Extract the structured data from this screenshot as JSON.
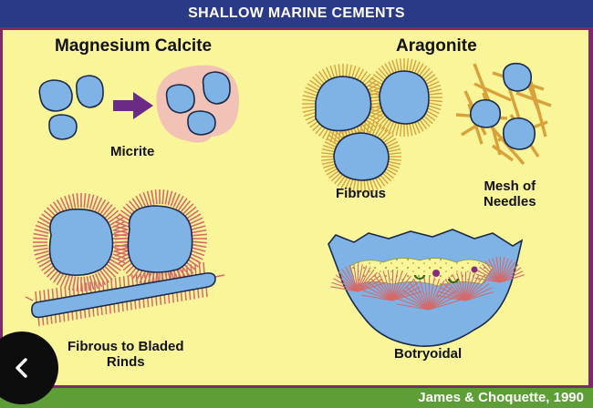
{
  "title": "SHALLOW MARINE CEMENTS",
  "credit": "James & Choquette, 1990",
  "sections": {
    "magnesium_calcite": "Magnesium Calcite",
    "aragonite": "Aragonite"
  },
  "labels": {
    "micrite": "Micrite",
    "fibrous": "Fibrous",
    "mesh_line1": "Mesh of",
    "mesh_line2": "Needles",
    "rinds_line1": "Fibrous to Bladed",
    "rinds_line2": "Rinds",
    "botryoidal": "Botryoidal"
  },
  "colors": {
    "grain": "#7fb2e5",
    "micrite_rim": "#f2c2b6",
    "arrow": "#6b2a86",
    "needle": "#d9a13a",
    "rind": "#d46a6a",
    "frame": "#7d2a6c",
    "background": "#fbf59a",
    "title_bar": "#2b3a86",
    "footer_bar": "#5d9e37"
  },
  "icons": {
    "back": "chevron-left-icon"
  }
}
